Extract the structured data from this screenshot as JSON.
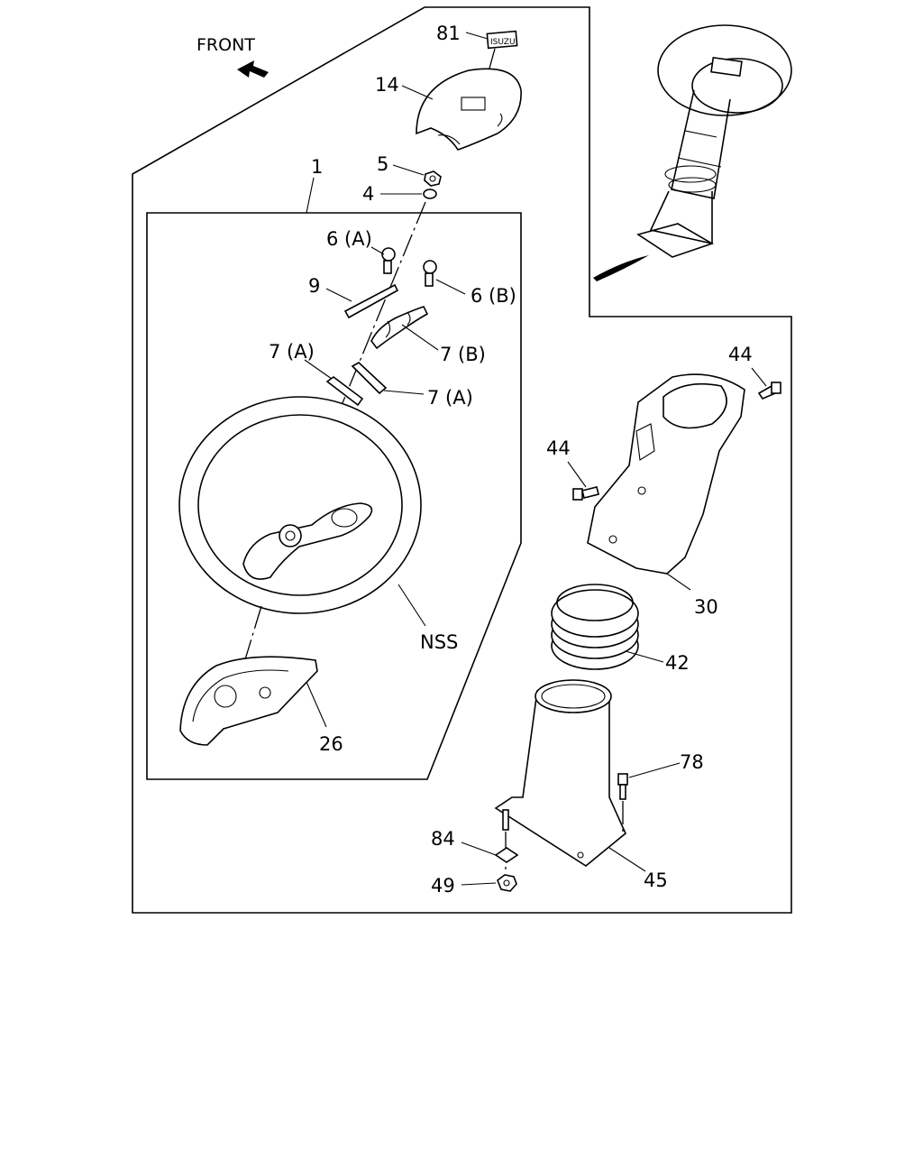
{
  "direction": {
    "label": "FRONT"
  },
  "callouts": {
    "c1": "1",
    "c4": "4",
    "c5": "5",
    "c6a": "6 (A)",
    "c6b": "6 (B)",
    "c7a_upper": "7 (A)",
    "c7a_lower": "7 (A)",
    "c7b": "7 (B)",
    "c9": "9",
    "c14": "14",
    "c26": "26",
    "c30": "30",
    "c42": "42",
    "c44_upper": "44",
    "c44_lower": "44",
    "c45": "45",
    "c49": "49",
    "c78": "78",
    "c81": "81",
    "c84": "84",
    "nss": "NSS"
  },
  "emblem": {
    "text": "ISUZU"
  }
}
